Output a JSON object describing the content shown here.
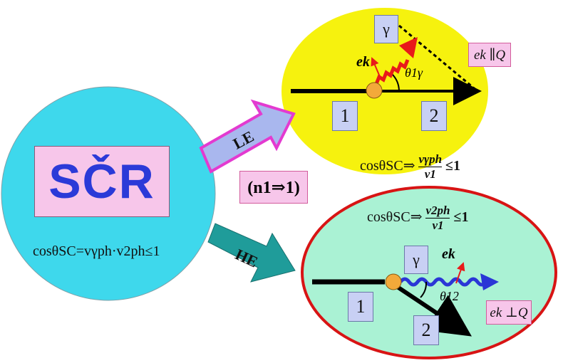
{
  "main_label": "SČR",
  "left_formula": "cosθSC=vγph·v2ph≤1",
  "condition_label": "(n1⇒1)",
  "le": {
    "arrow_label": "LE",
    "gamma": "γ",
    "particle_1": "1",
    "particle_2": "2",
    "vector_label": "ek",
    "polarization_label": "ek ∥Q",
    "angle_label": "θ1γ",
    "formula_left": "cosθSC⇒",
    "formula_num": "vγph",
    "formula_den": "v1",
    "formula_right": "≤1"
  },
  "he": {
    "arrow_label": "HE",
    "gamma": "γ",
    "particle_1": "1",
    "particle_2": "2",
    "vector_label": "ek",
    "polarization_label": "ek ⊥Q",
    "angle_label": "θ12",
    "formula_left": "cosθSC⇒",
    "formula_num": "v2ph",
    "formula_den": "v1",
    "formula_right": "≤1"
  },
  "colors": {
    "left_circle": "#3ed8ec",
    "le_ellipse": "#f6f20e",
    "he_ellipse": "#aaf2d4",
    "he_border": "#d81414",
    "le_arrow_fill": "#a9b7ee",
    "le_arrow_border": "#e33ad0",
    "he_arrow_fill": "#1f9c9a",
    "particle": "#f3a93a",
    "photon_le": "#e81a1a",
    "photon_he": "#2a36d6"
  }
}
